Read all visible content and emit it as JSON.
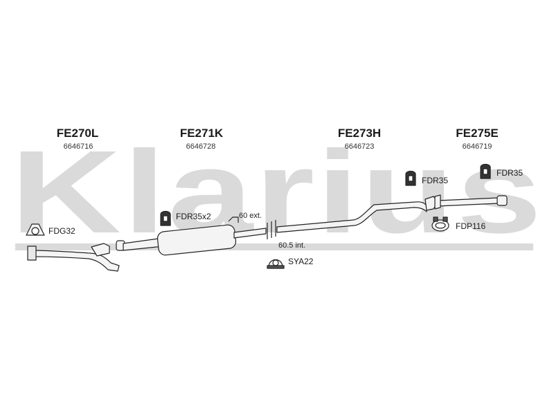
{
  "watermark": {
    "text": "Klarius"
  },
  "parts": [
    {
      "code": "FE270L",
      "number": "6646716"
    },
    {
      "code": "FE271K",
      "number": "6646728"
    },
    {
      "code": "FE273H",
      "number": "6646723"
    },
    {
      "code": "FE275E",
      "number": "6646719"
    }
  ],
  "accessories": {
    "fdg32": "FDG32",
    "fdr35x2": "FDR35x2",
    "fdr35_a": "FDR35",
    "fdr35_b": "FDR35",
    "fdp116": "FDP116",
    "sya22": "SYA22"
  },
  "dimensions": {
    "ext": "60 ext.",
    "int": "60.5 int."
  },
  "colors": {
    "watermark": "#d9d9d9",
    "pipe_fill": "#f4f4f4",
    "outline": "#222222"
  }
}
